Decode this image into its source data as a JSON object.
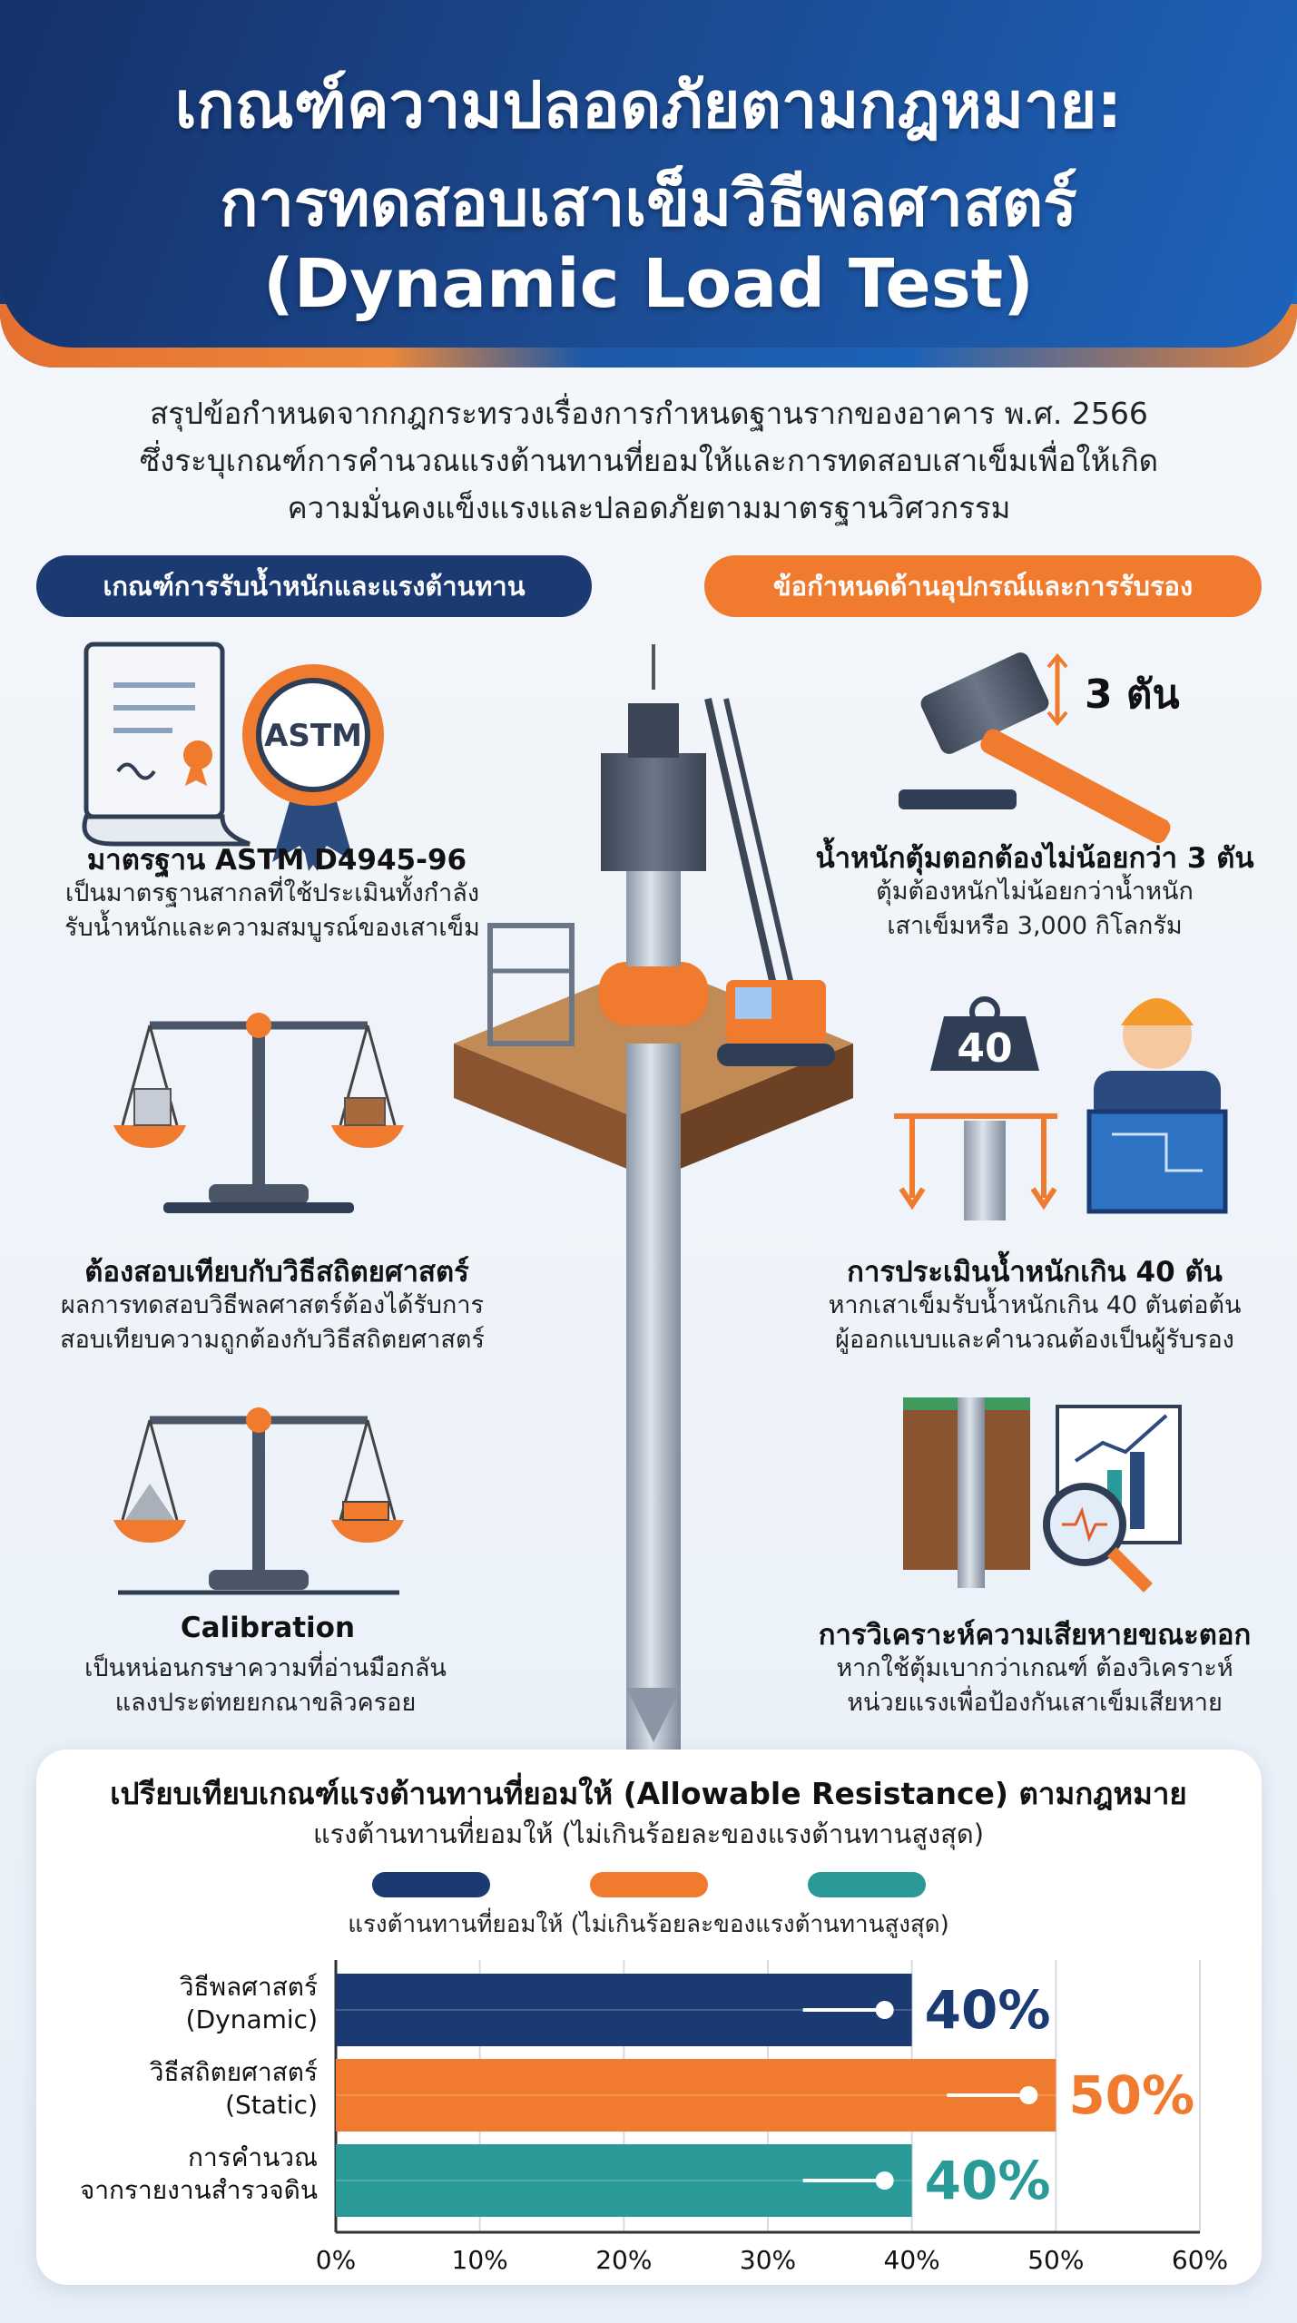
{
  "header": {
    "title_line1": "เกณฑ์ความปลอดภัยตามกฎหมาย:",
    "title_line2": "การทดสอบเสาเข็มวิธีพลศาสตร์",
    "title_line3": "(Dynamic Load Test)"
  },
  "intro": {
    "line1": "สรุปข้อกำหนดจากกฎกระทรวงเรื่องการกำหนดฐานรากของอาคาร พ.ศ. 2566",
    "line2": "ซึ่งระบุเกณฑ์การคำนวณแรงต้านทานที่ยอมให้และการทดสอบเสาเข็มเพื่อให้เกิด",
    "line3": "ความมั่นคงแข็งแรงและปลอดภัยตามมาตรฐานวิศวกรรม"
  },
  "sections": {
    "left_header": "เกณฑ์การรับน้ำหนักและแรงต้านทาน",
    "right_header": "ข้อกำหนดด้านอุปกรณ์และการรับรอง"
  },
  "left_features": [
    {
      "title": "มาตรฐาน ASTM D4945-96",
      "desc1": "เป็นมาตรฐานสากลที่ใช้ประเมินทั้งกำลัง",
      "desc2": "รับน้ำหนักและความสมบูรณ์ของเสาเข็ม"
    },
    {
      "title": "ต้องสอบเทียบกับวิธีสถิตยศาสตร์",
      "desc1": "ผลการทดสอบวิธีพลศาสตร์ต้องได้รับการ",
      "desc2": "สอบเทียบความถูกต้องกับวิธีสถิตยศาสตร์"
    },
    {
      "title": "Calibration",
      "desc1": "เป็นหน่อนกรษาความที่อ่านมือกลัน",
      "desc2": "แลงประต่ทยยกณาขลิวครอย"
    }
  ],
  "right_features": [
    {
      "title": "น้ำหนักตุ้มตอกต้องไม่น้อยกว่า 3 ตัน",
      "desc1": "ตุ้มต้องหนักไม่น้อยกว่าน้ำหนัก",
      "desc2": "เสาเข็มหรือ 3,000 กิโลกรัม"
    },
    {
      "title": "การประเมินน้ำหนักเกิน 40 ตัน",
      "desc1": "หากเสาเข็มรับน้ำหนักเกิน 40 ตันต่อต้น",
      "desc2": "ผู้ออกแบบและคำนวณต้องเป็นผู้รับรอง"
    },
    {
      "title": "การวิเคราะห์ความเสียหายขณะตอก",
      "desc1": "หากใช้ตุ้มเบากว่าเกณฑ์ ต้องวิเคราะห์",
      "desc2": "หน่วยแรงเพื่อป้องกันเสาเข็มเสียหาย"
    }
  ],
  "icons": {
    "astm_badge": "ASTM",
    "hammer_weight": "3 ตัน",
    "weight_block": "40"
  },
  "chart_data": {
    "type": "bar",
    "orientation": "horizontal",
    "title": "เปรียบเทียบเกณฑ์แรงต้านทานที่ยอมให้ (Allowable Resistance) ตามกฎหมาย",
    "subtitle": "แรงต้านทานที่ยอมให้ (ไม่เกินร้อยละของแรงต้านทานสูงสุด)",
    "legend_caption": "แรงต้านทานที่ยอมให้ (ไม่เกินร้อยละของแรงต้านทานสูงสุด)",
    "legend_position": "top",
    "categories": [
      {
        "line1": "วิธีพลศาสตร์",
        "line2": "(Dynamic)"
      },
      {
        "line1": "วิธีสถิตยศาสตร์",
        "line2": "(Static)"
      },
      {
        "line1": "การคำนวณ",
        "line2": "จากรายงานสำรวจดิน"
      }
    ],
    "values": [
      40,
      50,
      40
    ],
    "value_labels": [
      "40%",
      "50%",
      "40%"
    ],
    "colors": [
      "#1b3a72",
      "#f07a2e",
      "#2a9a98"
    ],
    "xlim": [
      0,
      60
    ],
    "xticks": [
      "0%",
      "10%",
      "20%",
      "30%",
      "40%",
      "50%",
      "60%"
    ],
    "grid": true
  }
}
